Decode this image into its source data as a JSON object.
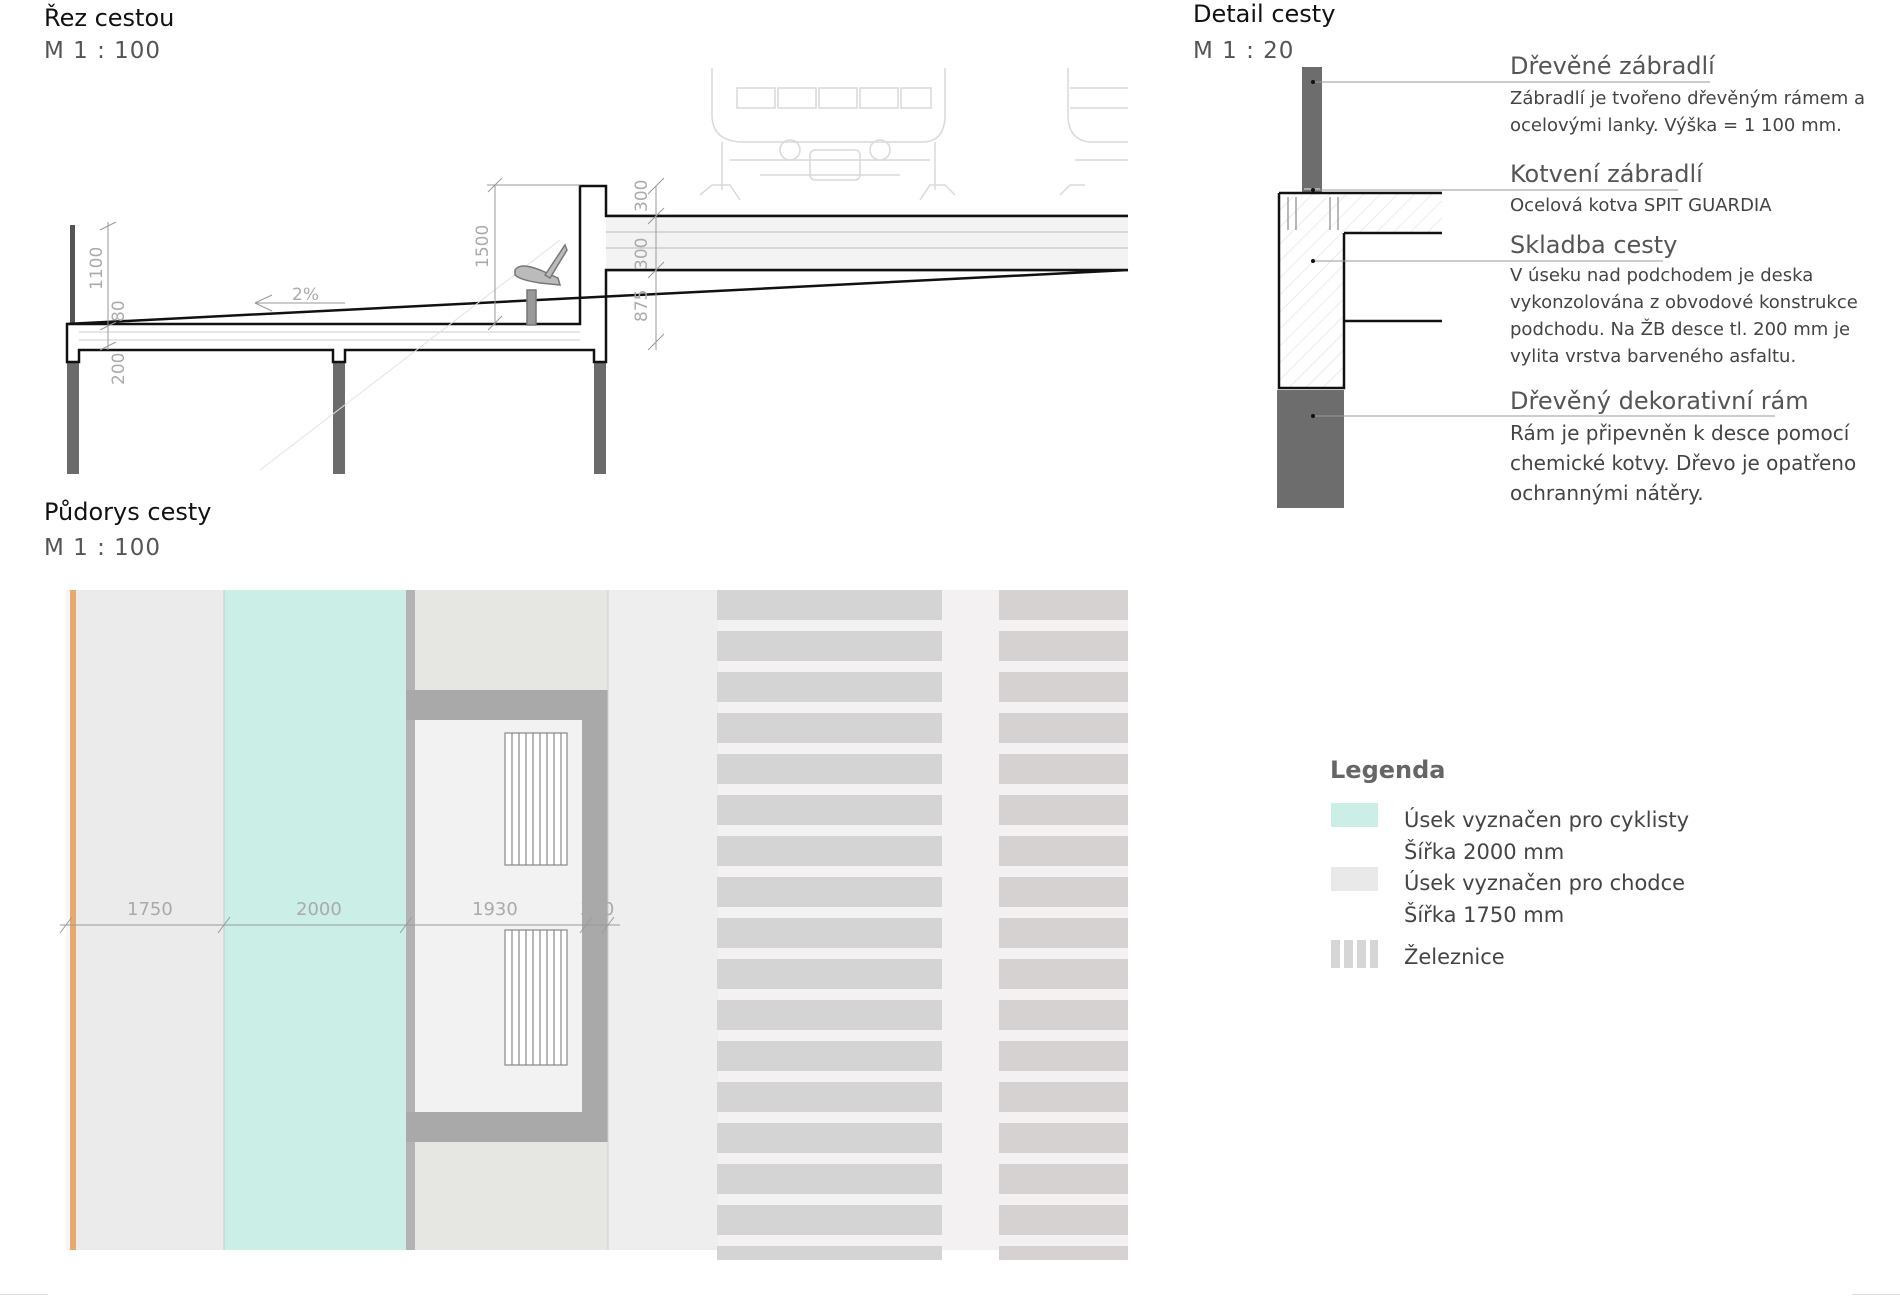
{
  "section": {
    "title": "Řez cestou",
    "scale": "M 1 : 100"
  },
  "detail": {
    "title": "Detail cesty",
    "scale": "M 1 : 20"
  },
  "plan": {
    "title": "Půdorys cesty",
    "scale": "M 1 : 100"
  },
  "section_dims": {
    "railing": "1100",
    "slab": "80",
    "beam": "200",
    "wall": "1500",
    "top": "300",
    "mid": "300",
    "lower": "875",
    "slope": "2%"
  },
  "plan_dims": {
    "pedestrian": "1750",
    "cycle": "2000",
    "bench_zone": "1930",
    "wall": "300"
  },
  "notes": [
    {
      "title": "Dřevěné zábradlí",
      "text": "Zábradlí je tvořeno dřevěným rámem a ocelovými lanky. Výška = 1 100 mm."
    },
    {
      "title": "Kotvení zábradlí",
      "text": "Ocelová kotva SPIT GUARDIA"
    },
    {
      "title": "Skladba cesty",
      "text": "V úseku nad podchodem je deska vykonzolována z obvodové konstrukce podchodu. Na ŽB desce tl. 200 mm je vylita vrstva barveného asfaltu."
    },
    {
      "title": "Dřevěný dekorativní rám",
      "text": "Rám je připevněn k desce pomocí chemické kotvy. Dřevo je opatřeno ochrannými nátěry."
    }
  ],
  "legend": {
    "title": "Legenda",
    "items": [
      {
        "line1": "Úsek vyznačen pro cyklisty",
        "line2": "Šířka 2000 mm",
        "color": "#cbeee7"
      },
      {
        "line1": "Úsek vyznačen pro chodce",
        "line2": "Šířka 1750 mm",
        "color": "#e9e9e9"
      },
      {
        "line1": "Železnice",
        "line2": "",
        "color": "#d6d6d6"
      }
    ]
  },
  "colors": {
    "cycle_lane": "#cbeee7",
    "pedestrian_lane": "#ebebeb",
    "railing": "#e8a96f",
    "rail_sleeper": "#d4d4d4",
    "wall_dark": "#a9a9a9",
    "frame_dark": "#6d6d6d"
  }
}
